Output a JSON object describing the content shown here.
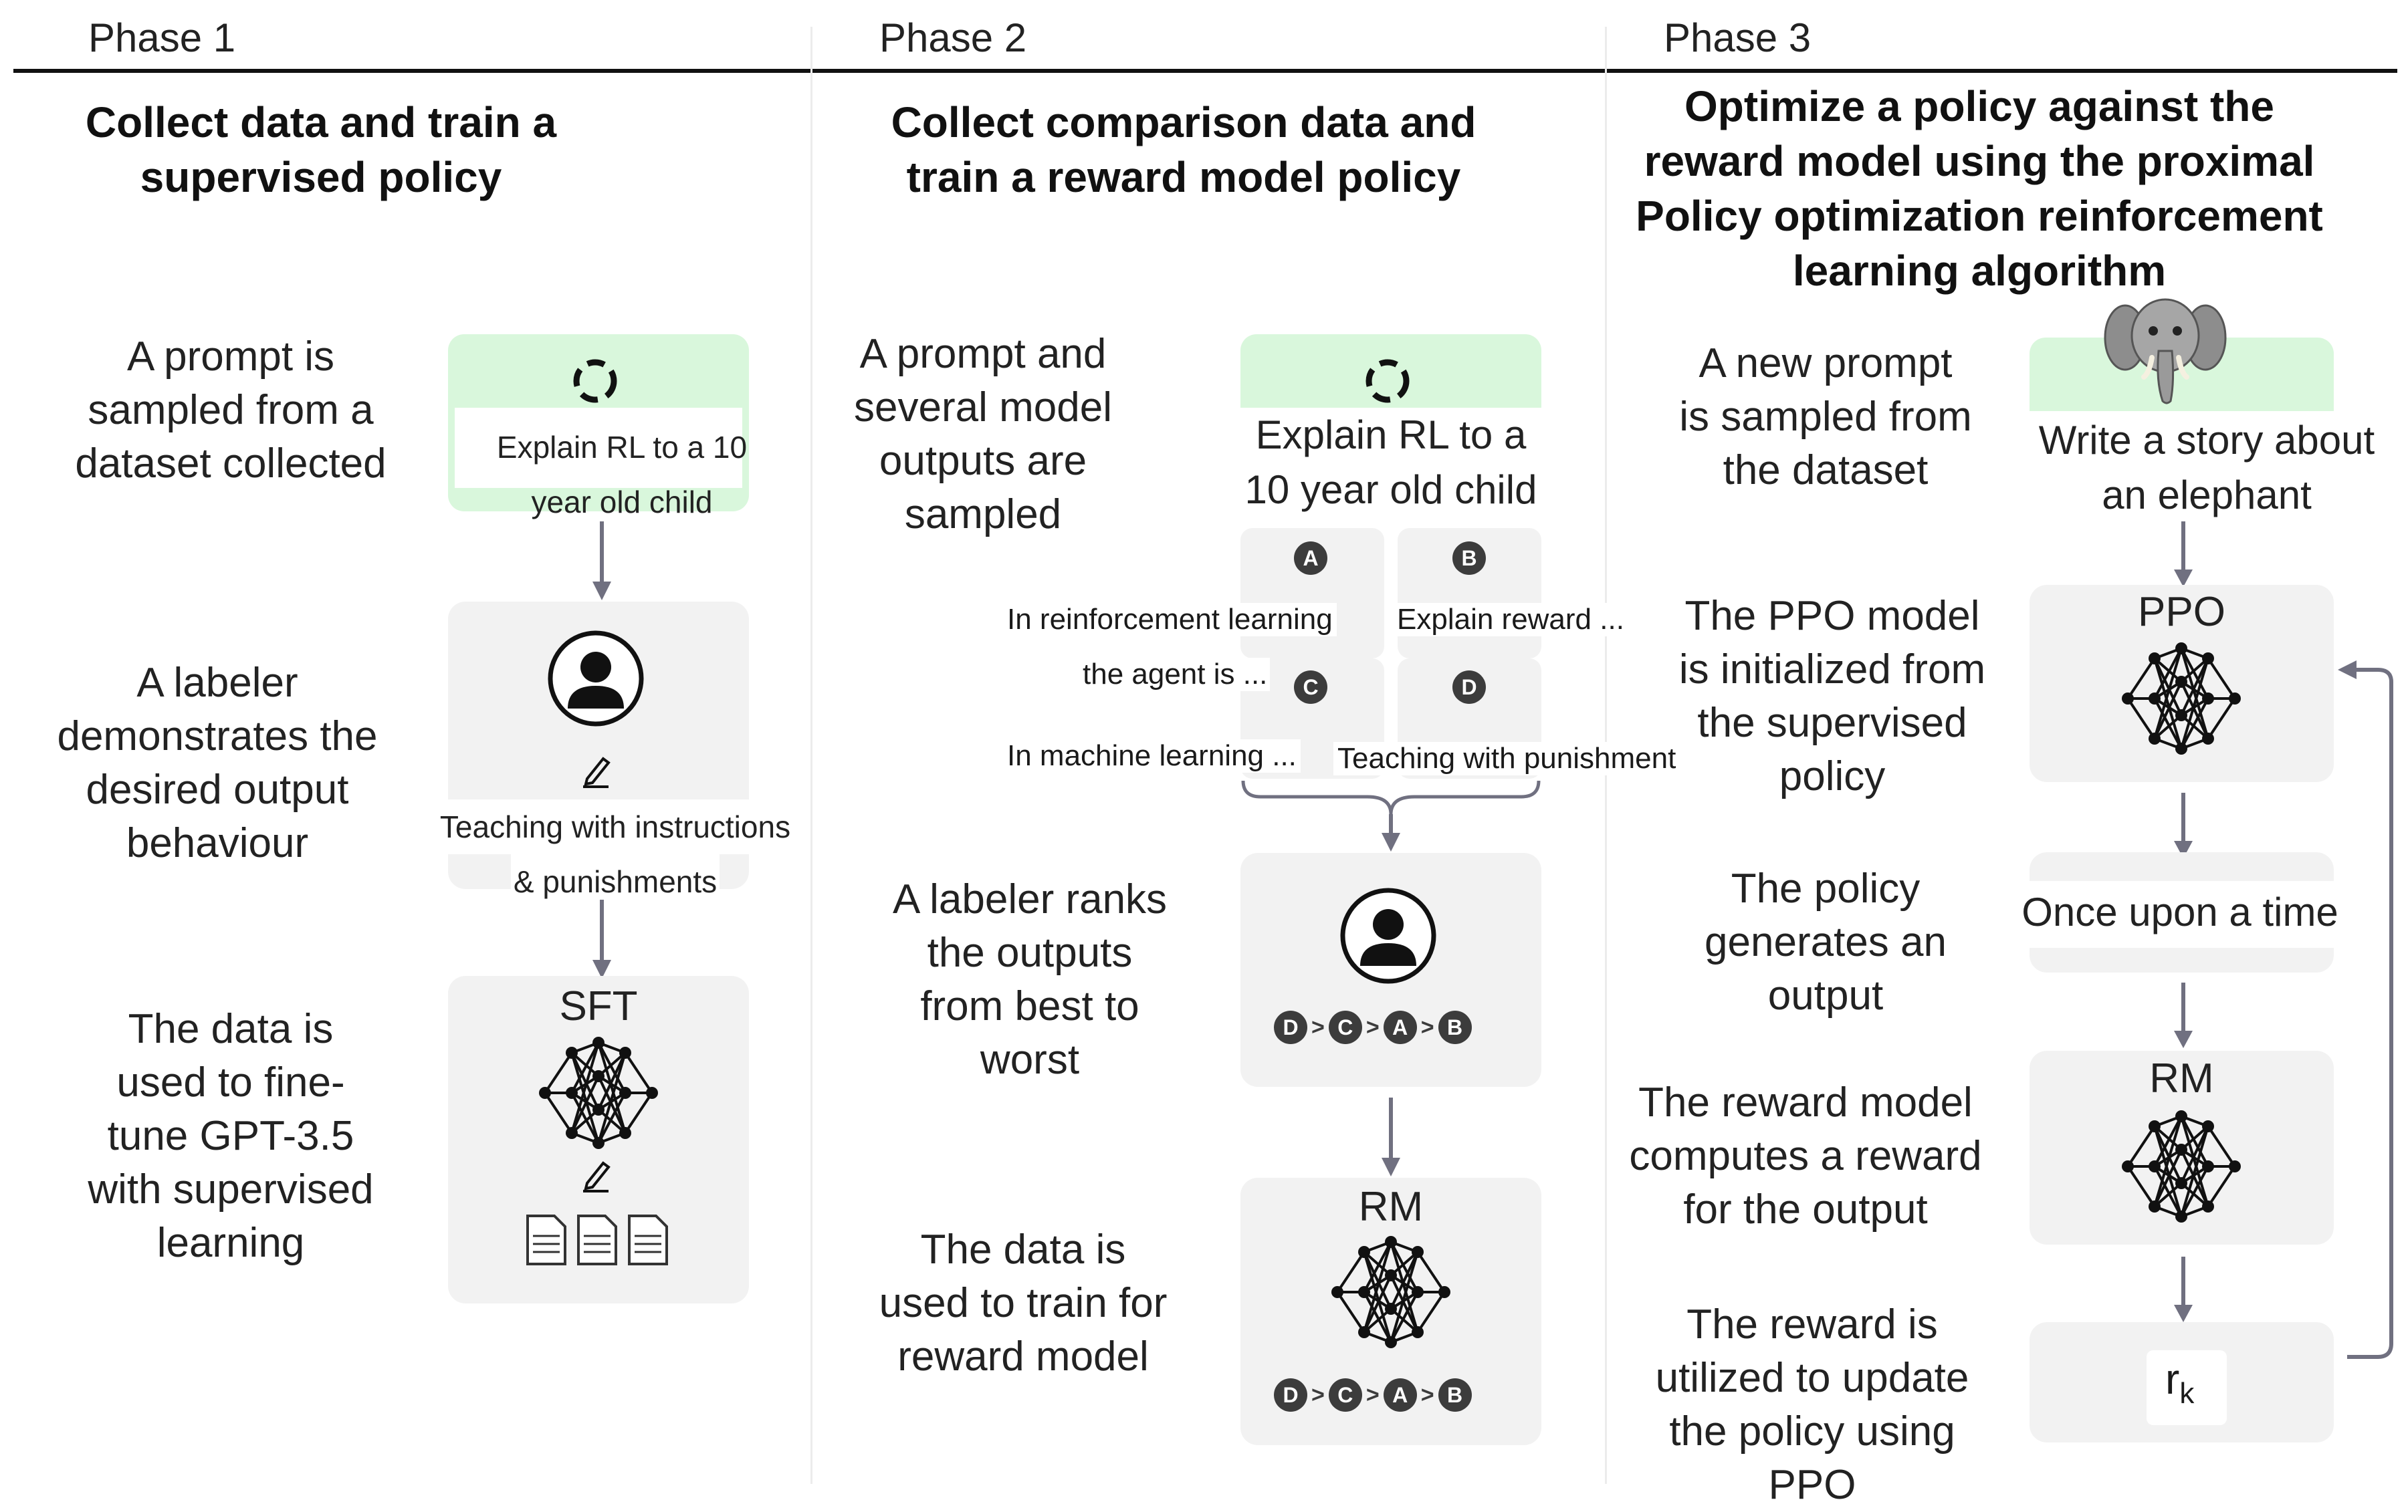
{
  "phases": [
    {
      "label": "Phase 1",
      "title_lines": [
        "Collect data and train a",
        "supervised policy"
      ],
      "steps": [
        {
          "desc": [
            "A prompt is",
            "sampled from a",
            "dataset collected"
          ],
          "card_text": [
            "Explain RL to a 10",
            "year old child"
          ]
        },
        {
          "desc": [
            "A labeler",
            "demonstrates the",
            "desired output",
            "behaviour"
          ],
          "card_text": [
            "Teaching with  instructions",
            "& punishments"
          ]
        },
        {
          "desc": [
            "The data is",
            "used to fine-",
            "tune GPT-3.5",
            "with supervised",
            "learning"
          ],
          "card_text": [
            "SFT"
          ]
        }
      ]
    },
    {
      "label": "Phase 2",
      "title_lines": [
        "Collect comparison data and",
        "train a reward model policy"
      ],
      "steps": [
        {
          "desc": [
            "A prompt and",
            "several model",
            "outputs are",
            "sampled"
          ],
          "card_text": [
            "Explain RL to a",
            "10 year old child"
          ]
        },
        {
          "desc": [
            "A labeler ranks",
            "the outputs",
            "from best to",
            "worst"
          ]
        },
        {
          "desc": [
            "The data is",
            "used to train for",
            "reward model"
          ],
          "card_text": [
            "RM"
          ]
        }
      ],
      "options": [
        {
          "id": "A",
          "text": [
            "In reinforcement learning",
            "the agent is ..."
          ]
        },
        {
          "id": "B",
          "text": [
            "Explain reward ..."
          ]
        },
        {
          "id": "C",
          "text": [
            "In machine learning ..."
          ]
        },
        {
          "id": "D",
          "text": [
            "Teaching with punishment"
          ]
        }
      ],
      "ranking": [
        "D",
        "C",
        "A",
        "B"
      ]
    },
    {
      "label": "Phase 3",
      "title_lines": [
        "Optimize a policy against the",
        "reward model using the proximal",
        "Policy optimization reinforcement",
        "learning algorithm"
      ],
      "steps": [
        {
          "desc": [
            "A new prompt",
            "is sampled from",
            "the dataset"
          ],
          "card_text": [
            "Write a story about",
            "an elephant"
          ]
        },
        {
          "desc": [
            "The PPO model",
            "is initialized from",
            "the supervised",
            "policy"
          ],
          "card_text": [
            "PPO"
          ]
        },
        {
          "desc": [
            "The policy",
            "generates an",
            "output"
          ],
          "card_text": [
            "Once upon a time"
          ]
        },
        {
          "desc": [
            "The reward model",
            "computes a reward",
            "for the output"
          ],
          "card_text": [
            "RM"
          ]
        },
        {
          "desc": [
            "The reward is",
            "utilized to update",
            "the policy using",
            "PPO"
          ],
          "card_text": [
            "r",
            "k"
          ]
        }
      ]
    }
  ],
  "icons": {
    "refresh": "refresh-icon",
    "user": "user-icon",
    "pencil": "pencil-icon",
    "network": "neural-network-icon",
    "document": "document-icon",
    "elephant": "elephant-icon"
  },
  "colors": {
    "prompt_card": "#d9f7dc",
    "card": "#f2f2f2",
    "badge": "#3c3c3c",
    "arrow": "#707080"
  }
}
